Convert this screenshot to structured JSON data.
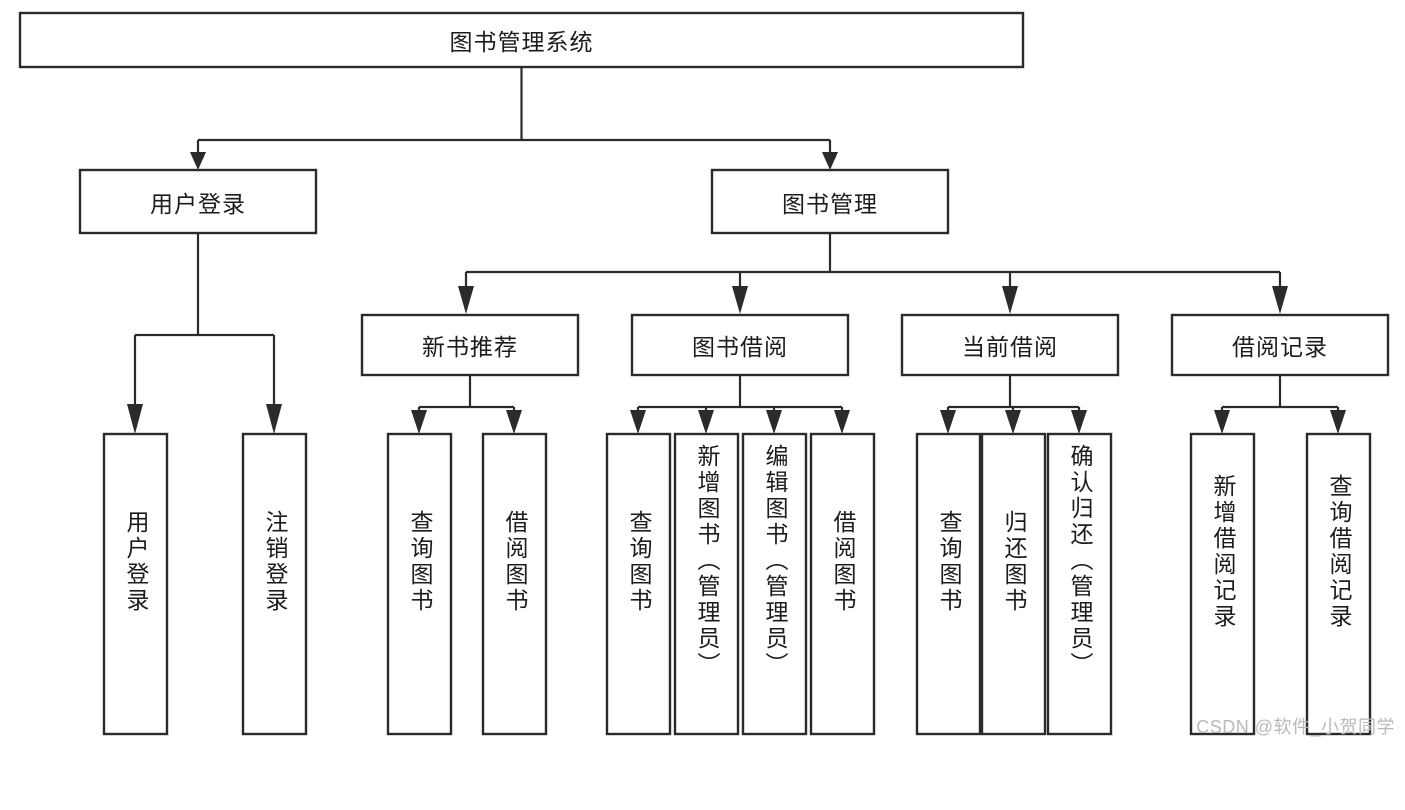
{
  "diagram": {
    "title": "图书管理系统",
    "type": "hierarchy-tree",
    "watermark": "CSDN @软件_小贺同学",
    "colors": {
      "box_stroke": "#2b2b2b",
      "box_fill": "#ffffff",
      "connector": "#2b2b2b",
      "text": "#1c1c1c",
      "watermark": "#b9b9b9",
      "background": "#ffffff"
    },
    "levels": {
      "root": {
        "label": "图书管理系统",
        "orientation": "horizontal"
      },
      "level2": [
        {
          "label": "用户登录",
          "orientation": "horizontal"
        },
        {
          "label": "图书管理",
          "orientation": "horizontal"
        }
      ],
      "level3": [
        {
          "label": "新书推荐",
          "orientation": "horizontal",
          "parent": "图书管理"
        },
        {
          "label": "图书借阅",
          "orientation": "horizontal",
          "parent": "图书管理"
        },
        {
          "label": "当前借阅",
          "orientation": "horizontal",
          "parent": "图书管理"
        },
        {
          "label": "借阅记录",
          "orientation": "horizontal",
          "parent": "图书管理"
        }
      ],
      "leaves": [
        {
          "label": "用户登录",
          "orientation": "vertical",
          "parent": "用户登录"
        },
        {
          "label": "注销登录",
          "orientation": "vertical",
          "parent": "用户登录"
        },
        {
          "label": "查询图书",
          "orientation": "vertical",
          "parent": "新书推荐"
        },
        {
          "label": "借阅图书",
          "orientation": "vertical",
          "parent": "新书推荐"
        },
        {
          "label": "查询图书",
          "orientation": "vertical",
          "parent": "图书借阅"
        },
        {
          "label": "新增图书（管理员）",
          "orientation": "vertical",
          "parent": "图书借阅"
        },
        {
          "label": "编辑图书（管理员）",
          "orientation": "vertical",
          "parent": "图书借阅"
        },
        {
          "label": "借阅图书",
          "orientation": "vertical",
          "parent": "图书借阅"
        },
        {
          "label": "查询图书",
          "orientation": "vertical",
          "parent": "当前借阅"
        },
        {
          "label": "归还图书",
          "orientation": "vertical",
          "parent": "当前借阅"
        },
        {
          "label": "确认归还（管理员）",
          "orientation": "vertical",
          "parent": "当前借阅"
        },
        {
          "label": "新增借阅记录",
          "orientation": "vertical",
          "parent": "借阅记录"
        },
        {
          "label": "查询借阅记录",
          "orientation": "vertical",
          "parent": "借阅记录"
        }
      ]
    }
  }
}
